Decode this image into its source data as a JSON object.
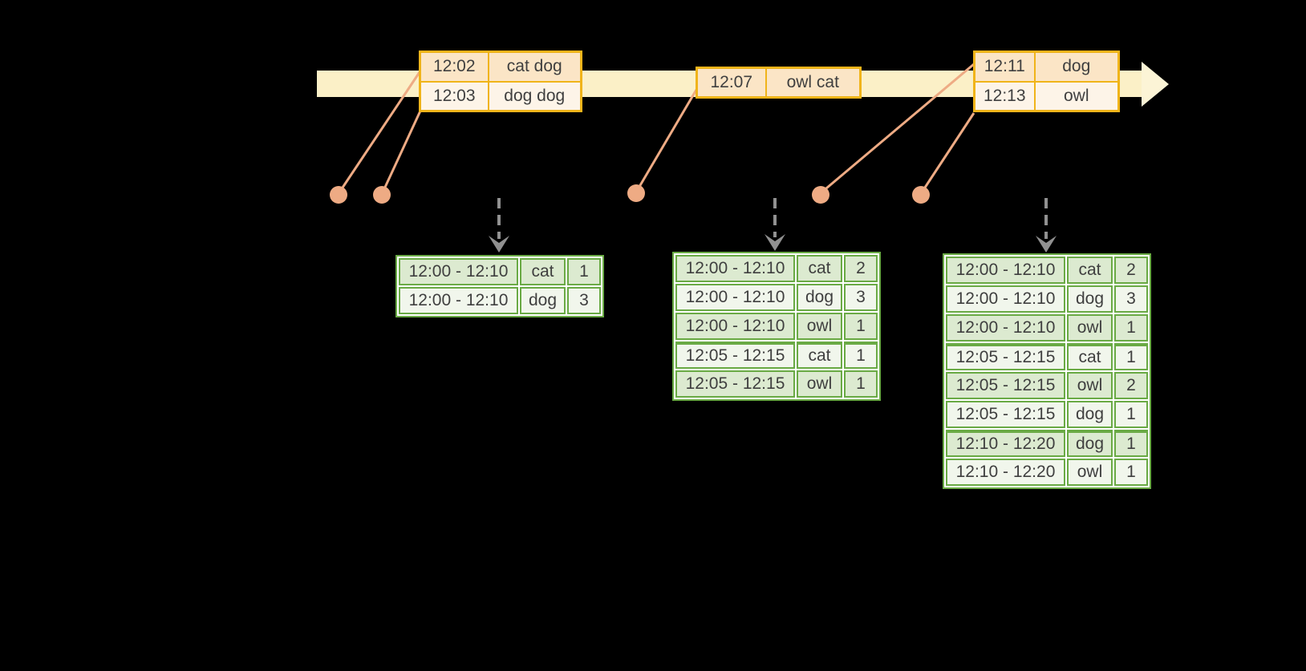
{
  "timeline": {
    "event_tables": [
      {
        "rows": [
          {
            "time": "12:02",
            "words": "cat dog"
          },
          {
            "time": "12:03",
            "words": "dog dog"
          }
        ]
      },
      {
        "rows": [
          {
            "time": "12:07",
            "words": "owl cat"
          }
        ]
      },
      {
        "rows": [
          {
            "time": "12:11",
            "words": "dog"
          },
          {
            "time": "12:13",
            "words": "owl"
          }
        ]
      }
    ]
  },
  "results": {
    "tables": [
      {
        "rows": [
          {
            "window": "12:00 - 12:10",
            "word": "cat",
            "count": "1"
          },
          {
            "window": "12:00 - 12:10",
            "word": "dog",
            "count": "3"
          }
        ]
      },
      {
        "rows": [
          {
            "window": "12:00 - 12:10",
            "word": "cat",
            "count": "2"
          },
          {
            "window": "12:00 - 12:10",
            "word": "dog",
            "count": "3"
          },
          {
            "window": "12:00 - 12:10",
            "word": "owl",
            "count": "1"
          },
          {
            "window": "12:05 - 12:15",
            "word": "cat",
            "count": "1",
            "group_start": true
          },
          {
            "window": "12:05 - 12:15",
            "word": "owl",
            "count": "1"
          }
        ]
      },
      {
        "rows": [
          {
            "window": "12:00 - 12:10",
            "word": "cat",
            "count": "2"
          },
          {
            "window": "12:00 - 12:10",
            "word": "dog",
            "count": "3"
          },
          {
            "window": "12:00 - 12:10",
            "word": "owl",
            "count": "1"
          },
          {
            "window": "12:05 - 12:15",
            "word": "cat",
            "count": "1",
            "group_start": true
          },
          {
            "window": "12:05 - 12:15",
            "word": "owl",
            "count": "2"
          },
          {
            "window": "12:05 - 12:15",
            "word": "dog",
            "count": "1"
          },
          {
            "window": "12:10 - 12:20",
            "word": "dog",
            "count": "1",
            "group_start": true
          },
          {
            "window": "12:10 - 12:20",
            "word": "owl",
            "count": "1"
          }
        ]
      }
    ]
  },
  "colors": {
    "background": "#000000",
    "timeline_band": "#fbf0c7",
    "event_table_border": "#f0b41a",
    "event_row_peach": "#fbe5c6",
    "event_row_cream": "#fdf4e8",
    "connector_salmon": "#eeab84",
    "trigger_arrow_gray": "#919191",
    "result_table_border": "#6aaa45",
    "result_row_green": "#dcead0",
    "result_row_light": "#f1f6ec",
    "text": "#3f3f3f"
  }
}
